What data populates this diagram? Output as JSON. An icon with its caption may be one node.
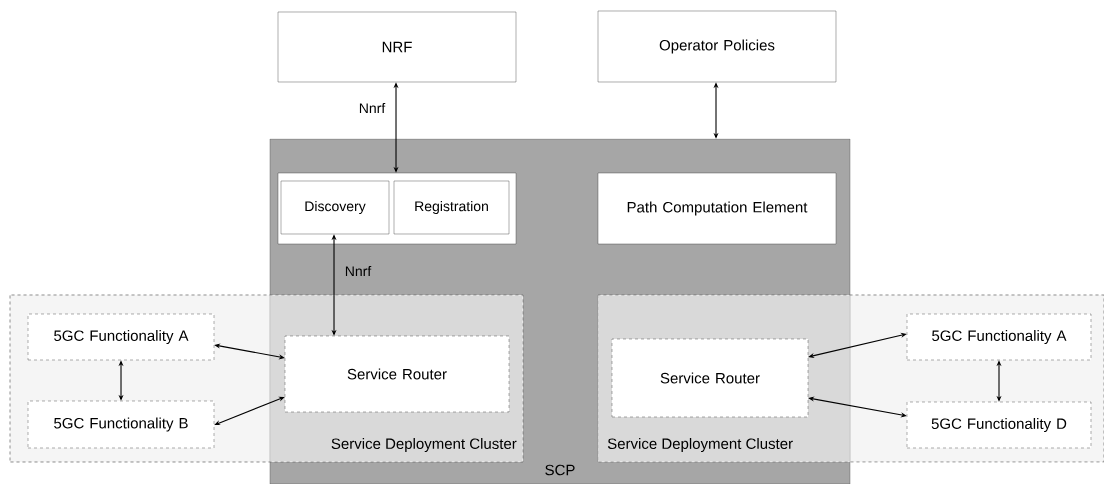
{
  "diagram": {
    "nodes": [
      {
        "text": [
          "NRF"
        ]
      },
      {
        "text": [
          "Operator Policies"
        ]
      },
      {
        "text": [
          "SCP"
        ]
      },
      {
        "text": [],
        "shape": "box",
        "in": 2
      },
      {
        "text": [
          "Discovery"
        ],
        "in": 3
      },
      {
        "text": [
          "Registration"
        ],
        "in": 3
      },
      {
        "text": [
          "Path Computation Element"
        ],
        "in": 2
      },
      {
        "text": [
          "Service Deployment Cluster"
        ]
      },
      {
        "text": [
          "5GC Functionality A"
        ],
        "in": 7
      },
      {
        "text": [
          "5GC Functionality B"
        ],
        "in": 7
      },
      {
        "text": [
          "Service Router"
        ]
      },
      {
        "text": [
          "Service Deployment Cluster"
        ]
      },
      {
        "text": [
          "Service Router"
        ]
      },
      {
        "text": [
          "5GC Functionality A"
        ],
        "in": 11
      },
      {
        "text": [
          "5GC Functionality D"
        ],
        "in": 11
      }
    ],
    "edges": [
      {
        "from": 0,
        "to": 3,
        "arrow": "both",
        "label": "Nnrf"
      },
      {
        "from": 1,
        "to": 2,
        "arrow": "both"
      },
      {
        "from": 10,
        "to": 4,
        "arrow": "both",
        "label": "Nnrf"
      },
      {
        "from": 8,
        "to": 10,
        "arrow": "both"
      },
      {
        "from": 9,
        "to": 10,
        "arrow": "both"
      },
      {
        "from": 8,
        "to": 9,
        "arrow": "both"
      },
      {
        "from": 12,
        "to": 13,
        "arrow": "both"
      },
      {
        "from": 12,
        "to": 14,
        "arrow": "both"
      },
      {
        "from": 13,
        "to": 14,
        "arrow": "both"
      }
    ]
  }
}
